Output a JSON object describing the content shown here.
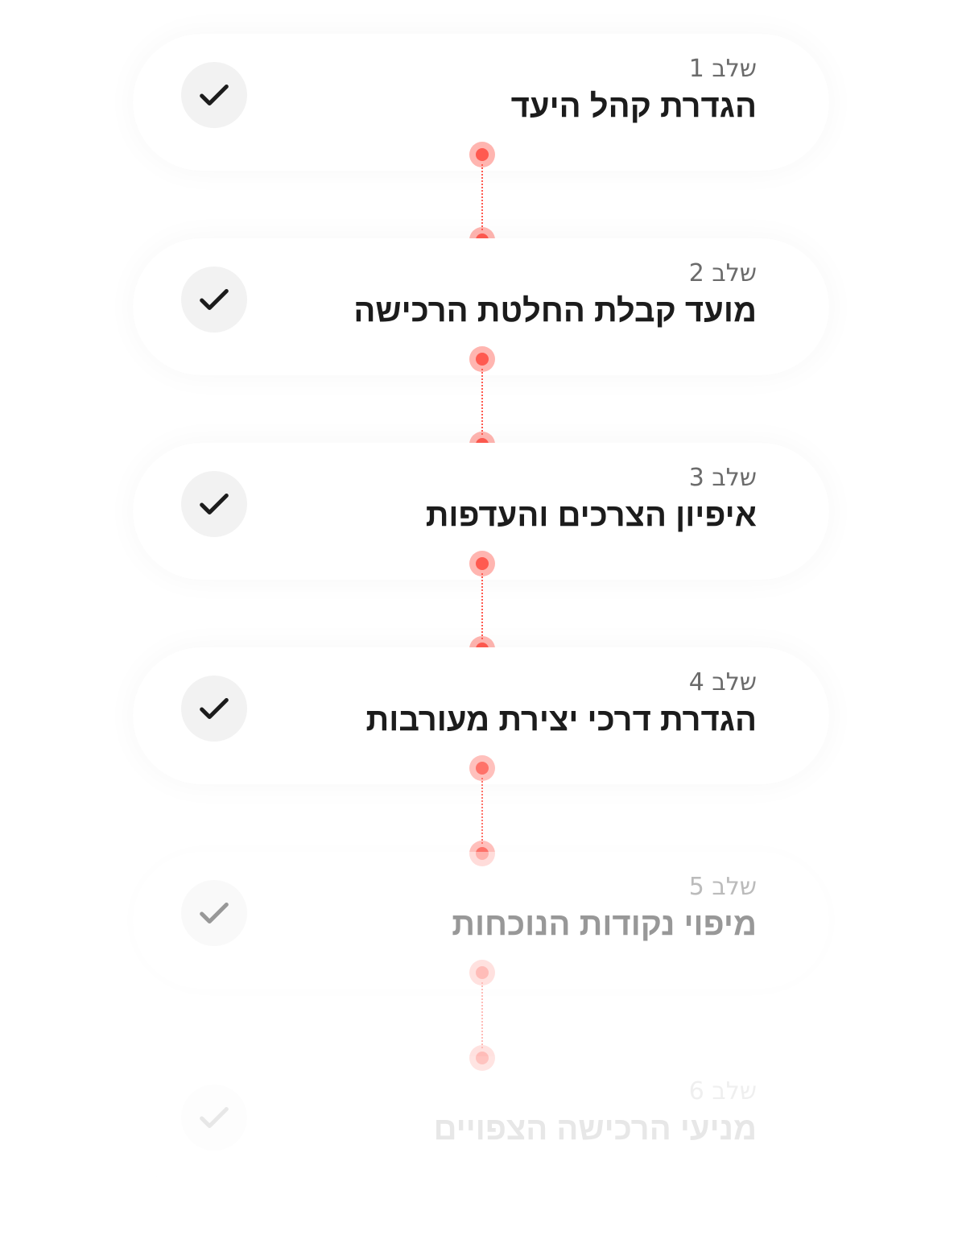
{
  "colors": {
    "accent": "#ff5a50",
    "check_bg": "#f2f2f2",
    "text": "#1c1c1c",
    "label": "#6b6b6b"
  },
  "steps": [
    {
      "label": "שלב 1",
      "title": "הגדרת קהל היעד",
      "icon": "check-icon",
      "opacity": 1
    },
    {
      "label": "שלב 2",
      "title": "מועד קבלת החלטת הרכישה",
      "icon": "check-icon",
      "opacity": 1
    },
    {
      "label": "שלב 3",
      "title": "איפיון הצרכים והעדפות",
      "icon": "check-icon",
      "opacity": 1
    },
    {
      "label": "שלב 4",
      "title": "הגדרת דרכי יצירת מעורבות",
      "icon": "check-icon",
      "opacity": 1
    },
    {
      "label": "שלב 5",
      "title": "מיפוי נקודות הנוכחות",
      "icon": "check-icon",
      "opacity": 0.45
    },
    {
      "label": "שלב 6",
      "title": "מניעי הרכישה הצפויים",
      "icon": "check-icon",
      "opacity": 0.1
    }
  ]
}
